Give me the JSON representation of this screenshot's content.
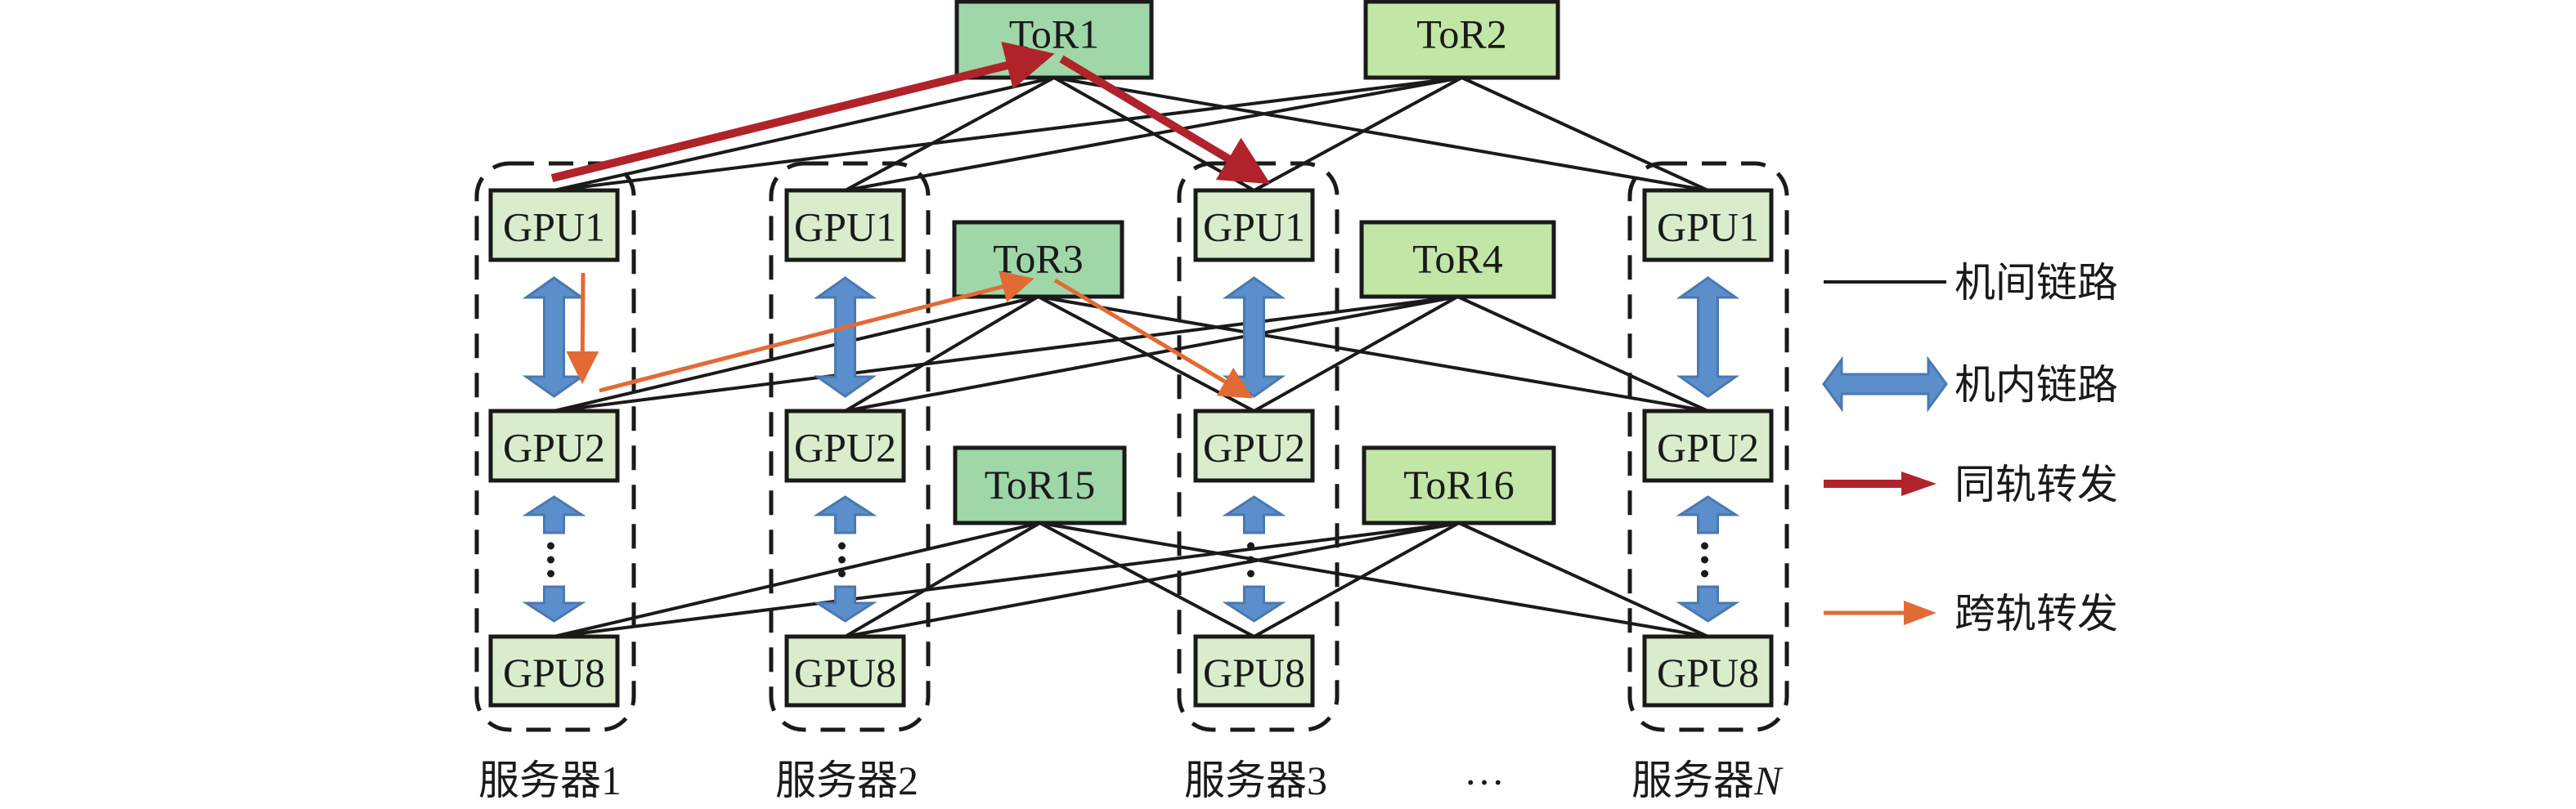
{
  "colors": {
    "tor_dark": "#9fd7a8",
    "tor_light": "#c2e6a6",
    "gpu_fill": "#d9edcc",
    "inter_link": "#1a1a1a",
    "intra_link": "#5b8fcb",
    "same_rail": "#b0232a",
    "cross_rail": "#e26a35"
  },
  "servers": [
    {
      "id": "s1",
      "label": "服务器1",
      "gpus": [
        "GPU1",
        "GPU2",
        "GPU8"
      ]
    },
    {
      "id": "s2",
      "label": "服务器2",
      "gpus": [
        "GPU1",
        "GPU2",
        "GPU8"
      ]
    },
    {
      "id": "s3",
      "label": "服务器3",
      "gpus": [
        "GPU1",
        "GPU2",
        "GPU8"
      ]
    },
    {
      "id": "sN",
      "label_prefix": "服务器",
      "label_suffix": "N",
      "gpus": [
        "GPU1",
        "GPU2",
        "GPU8"
      ]
    }
  ],
  "ellipsis": "…",
  "tors": [
    {
      "id": "tor1",
      "label": "ToR1",
      "rail": 0,
      "shade": "dark"
    },
    {
      "id": "tor2",
      "label": "ToR2",
      "rail": 0,
      "shade": "light"
    },
    {
      "id": "tor3",
      "label": "ToR3",
      "rail": 1,
      "shade": "dark"
    },
    {
      "id": "tor4",
      "label": "ToR4",
      "rail": 1,
      "shade": "light"
    },
    {
      "id": "tor15",
      "label": "ToR15",
      "rail": 2,
      "shade": "dark"
    },
    {
      "id": "tor16",
      "label": "ToR16",
      "rail": 2,
      "shade": "light"
    }
  ],
  "legend": [
    {
      "type": "line",
      "label": "机间链路"
    },
    {
      "type": "double-arrow",
      "label": "机内链路"
    },
    {
      "type": "red-arrow",
      "label": "同轨转发"
    },
    {
      "type": "orange-arrow",
      "label": "跨轨转发"
    }
  ]
}
